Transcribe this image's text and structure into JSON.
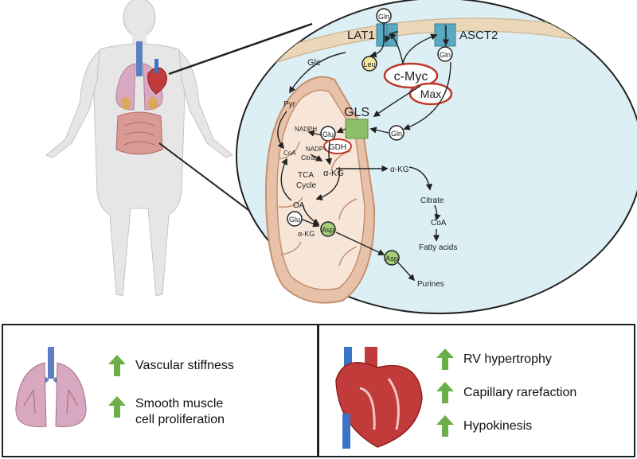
{
  "transporters": {
    "lat1": "LAT1",
    "asct2": "ASCT2"
  },
  "metabolites": {
    "gln_top": "Gln",
    "leu": "Leu",
    "gln_asct2": "Gln",
    "gln_cyto": "Gln",
    "glc": "Glc",
    "pyr": "Pyr",
    "glu_mito": "Glu",
    "nadph": "NADPH",
    "nadp": "NADP+",
    "coa_mito": "CoA",
    "citrate_mito": "Citrate",
    "akg_mito": "α-KG",
    "tca": "TCA",
    "cycle": "Cycle",
    "oa": "OA",
    "glu_lower": "Glu",
    "akg_lower": "α-KG",
    "asp_mito": "Asp",
    "akg_cyto": "α-KG",
    "citrate_cyto": "Citrate",
    "coa_cyto": "CoA",
    "fatty_acids": "Fatty acids",
    "asp_cyto": "Asp",
    "purines": "Purines"
  },
  "enzymes": {
    "gls": "GLS",
    "gdh": "GDH",
    "cmyc": "c-Myc",
    "max": "Max"
  },
  "effects": {
    "lung": [
      "Vascular stiffness",
      "Smooth muscle",
      "cell proliferation"
    ],
    "heart": [
      "RV hypertrophy",
      "Capillary rarefaction",
      "Hypokinesis"
    ]
  },
  "colors": {
    "cell_fill": "#dceff5",
    "membrane": "#ecd6b8",
    "mito_outer": "#e8c2a8",
    "cristae": "#f7e6d8",
    "myc_outline": "#c0392b",
    "arrow_green": "#6cae4a",
    "transporter": "#5aa9c0",
    "gls_green": "#8dbf6a",
    "leu_yellow": "#f3e79b",
    "asp_green": "#a6cf7a"
  }
}
